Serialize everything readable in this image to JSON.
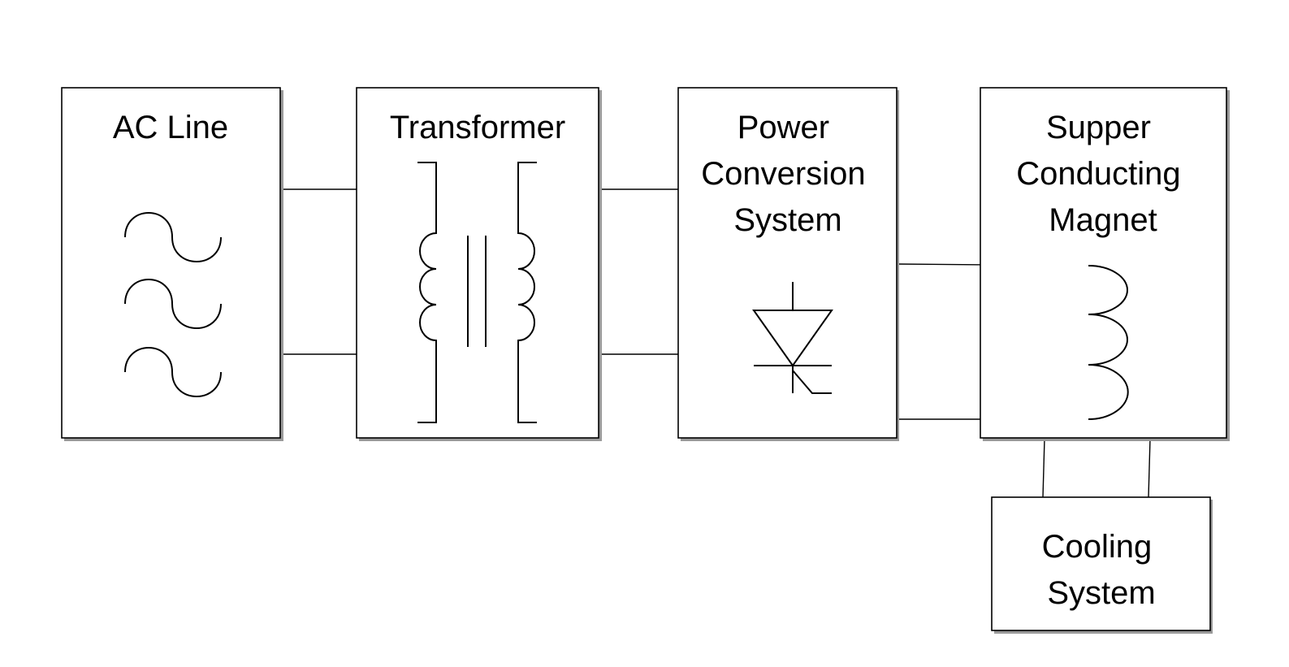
{
  "blocks": {
    "ac_line": {
      "lines": [
        "AC Line"
      ]
    },
    "transformer": {
      "lines": [
        "Transformer"
      ]
    },
    "power_conversion": {
      "lines": [
        "Power",
        "Conversion",
        "System"
      ]
    },
    "magnet": {
      "lines": [
        "Supper",
        "Conducting",
        "Magnet"
      ]
    },
    "cooling": {
      "lines": [
        "Cooling",
        "System"
      ]
    }
  },
  "symbols": {
    "ac_line": "ac-sine-wave-icon",
    "transformer": "transformer-coil-icon",
    "power_conversion": "thyristor-icon",
    "magnet": "magnet-coil-icon"
  },
  "connections": [
    {
      "from": "AC Line",
      "to": "Transformer",
      "count": 2
    },
    {
      "from": "Transformer",
      "to": "Power Conversion System",
      "count": 2
    },
    {
      "from": "Power Conversion System",
      "to": "Supper Conducting Magnet",
      "count": 2
    },
    {
      "from": "Supper Conducting Magnet",
      "to": "Cooling System",
      "count": 2
    }
  ],
  "colors": {
    "stroke": "#000000",
    "background": "#ffffff",
    "shadow": "#9a9a9a"
  }
}
